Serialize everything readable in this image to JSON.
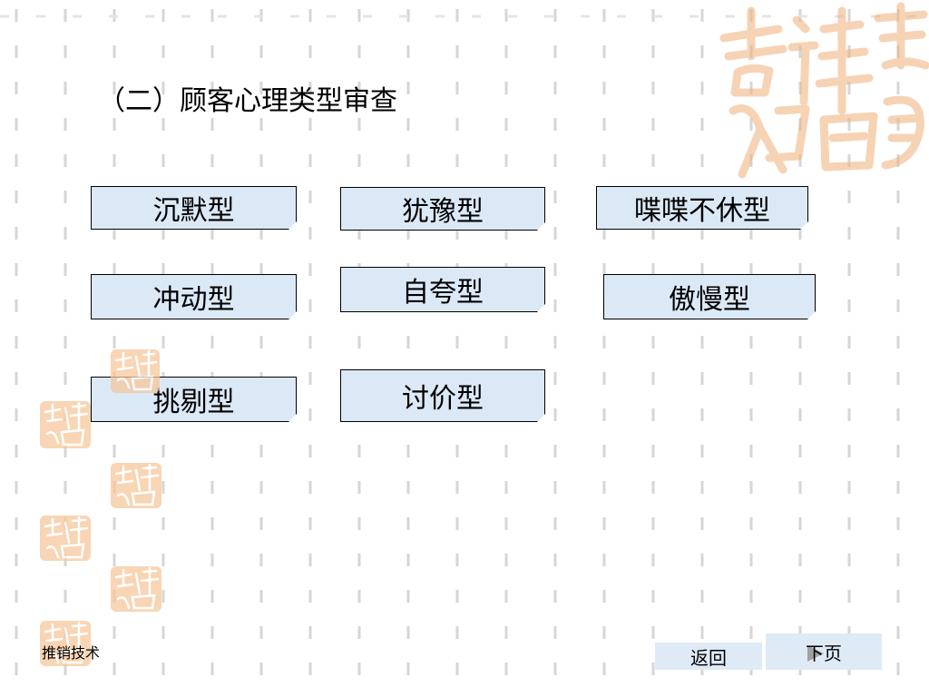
{
  "slide": {
    "title": "（二）顾客心理类型审查",
    "types": [
      "沉默型",
      "犹豫型",
      "喋喋不休型",
      "冲动型",
      "自夸型",
      "傲慢型",
      "挑剔型",
      "讨价型"
    ]
  },
  "footer": {
    "label": "推销技术"
  },
  "nav": {
    "back_label": "返回",
    "next_label": "下页"
  },
  "icons": {
    "decoration": "auspicious-seal-icon",
    "arrow": "play-arrow-icon"
  },
  "colors": {
    "box_fill": "#dbe9f7",
    "nav_fill": "#dfeaf7",
    "seal_color": "#f3b27a",
    "dash_color": "#d9d9d9"
  }
}
